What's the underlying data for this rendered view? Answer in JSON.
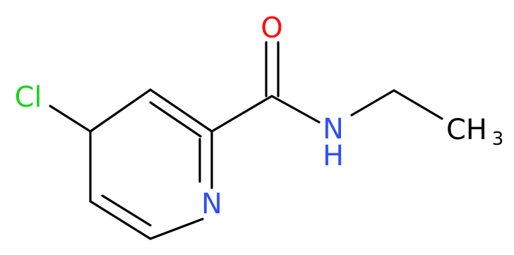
{
  "atoms": {
    "chlorine": "Cl",
    "oxygen": "O",
    "amide_nitrogen": "N",
    "amide_hydrogen": "H",
    "ring_nitrogen": "N",
    "methyl_carbon": "CH",
    "methyl_subscript": "3"
  },
  "colors": {
    "bond": "#000000",
    "carbon_label": "#000000",
    "chlorine": "#1fd01f",
    "oxygen": "#ff0d0d",
    "nitrogen": "#3050f8"
  }
}
